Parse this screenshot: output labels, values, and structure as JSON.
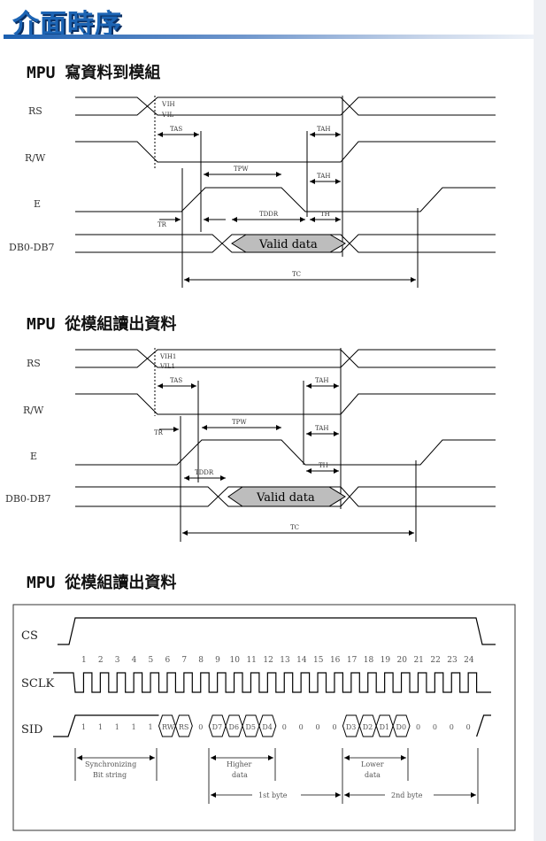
{
  "page": {
    "title": "介面時序"
  },
  "sections": [
    {
      "heading": "MPU 寫資料到模組",
      "signals": [
        "RS",
        "R/W",
        "E",
        "DB0-DB7"
      ],
      "labels": {
        "vih": "V IH",
        "vil": "V IL",
        "tas": "TAS",
        "tah1": "TAH",
        "tpw": "TPW",
        "tah2": "TAH",
        "tr": "TR",
        "tddr": "TDDR",
        "th": "TH",
        "valid": "Valid data",
        "tc": "TC"
      }
    },
    {
      "heading": "MPU 從模組讀出資料",
      "signals": [
        "RS",
        "R/W",
        "E",
        "DB0-DB7"
      ],
      "labels": {
        "vih": "VIH1",
        "vil": "VIL1",
        "tas": "TAS",
        "tah1": "TAH",
        "tpw": "TPW",
        "tah2": "TAH",
        "tr": "TR",
        "tddr": "TDDR",
        "th": "TH",
        "valid": "Valid data",
        "tc": "TC"
      }
    },
    {
      "heading": "MPU 從模組讀出資料",
      "signals": [
        "CS",
        "SCLK",
        "SID"
      ],
      "clock_numbers": [
        "1",
        "2",
        "3",
        "4",
        "5",
        "6",
        "7",
        "8",
        "9",
        "10",
        "11",
        "12",
        "13",
        "14",
        "15",
        "16",
        "17",
        "18",
        "19",
        "20",
        "21",
        "22",
        "23",
        "24"
      ],
      "sid_bits": [
        "1",
        "1",
        "1",
        "1",
        "1",
        "RW",
        "RS",
        "0",
        "D7",
        "D6",
        "D5",
        "D4",
        "0",
        "0",
        "0",
        "0",
        "D3",
        "D2",
        "D1",
        "D0",
        "0",
        "0",
        "0",
        "0"
      ],
      "annotations": {
        "sync": "Synchronizing",
        "sync2": "Bit string",
        "higher": "Higher",
        "higher2": "data",
        "lower": "Lower",
        "lower2": "data",
        "byte1": "1st byte",
        "byte2": "2nd byte"
      }
    }
  ]
}
